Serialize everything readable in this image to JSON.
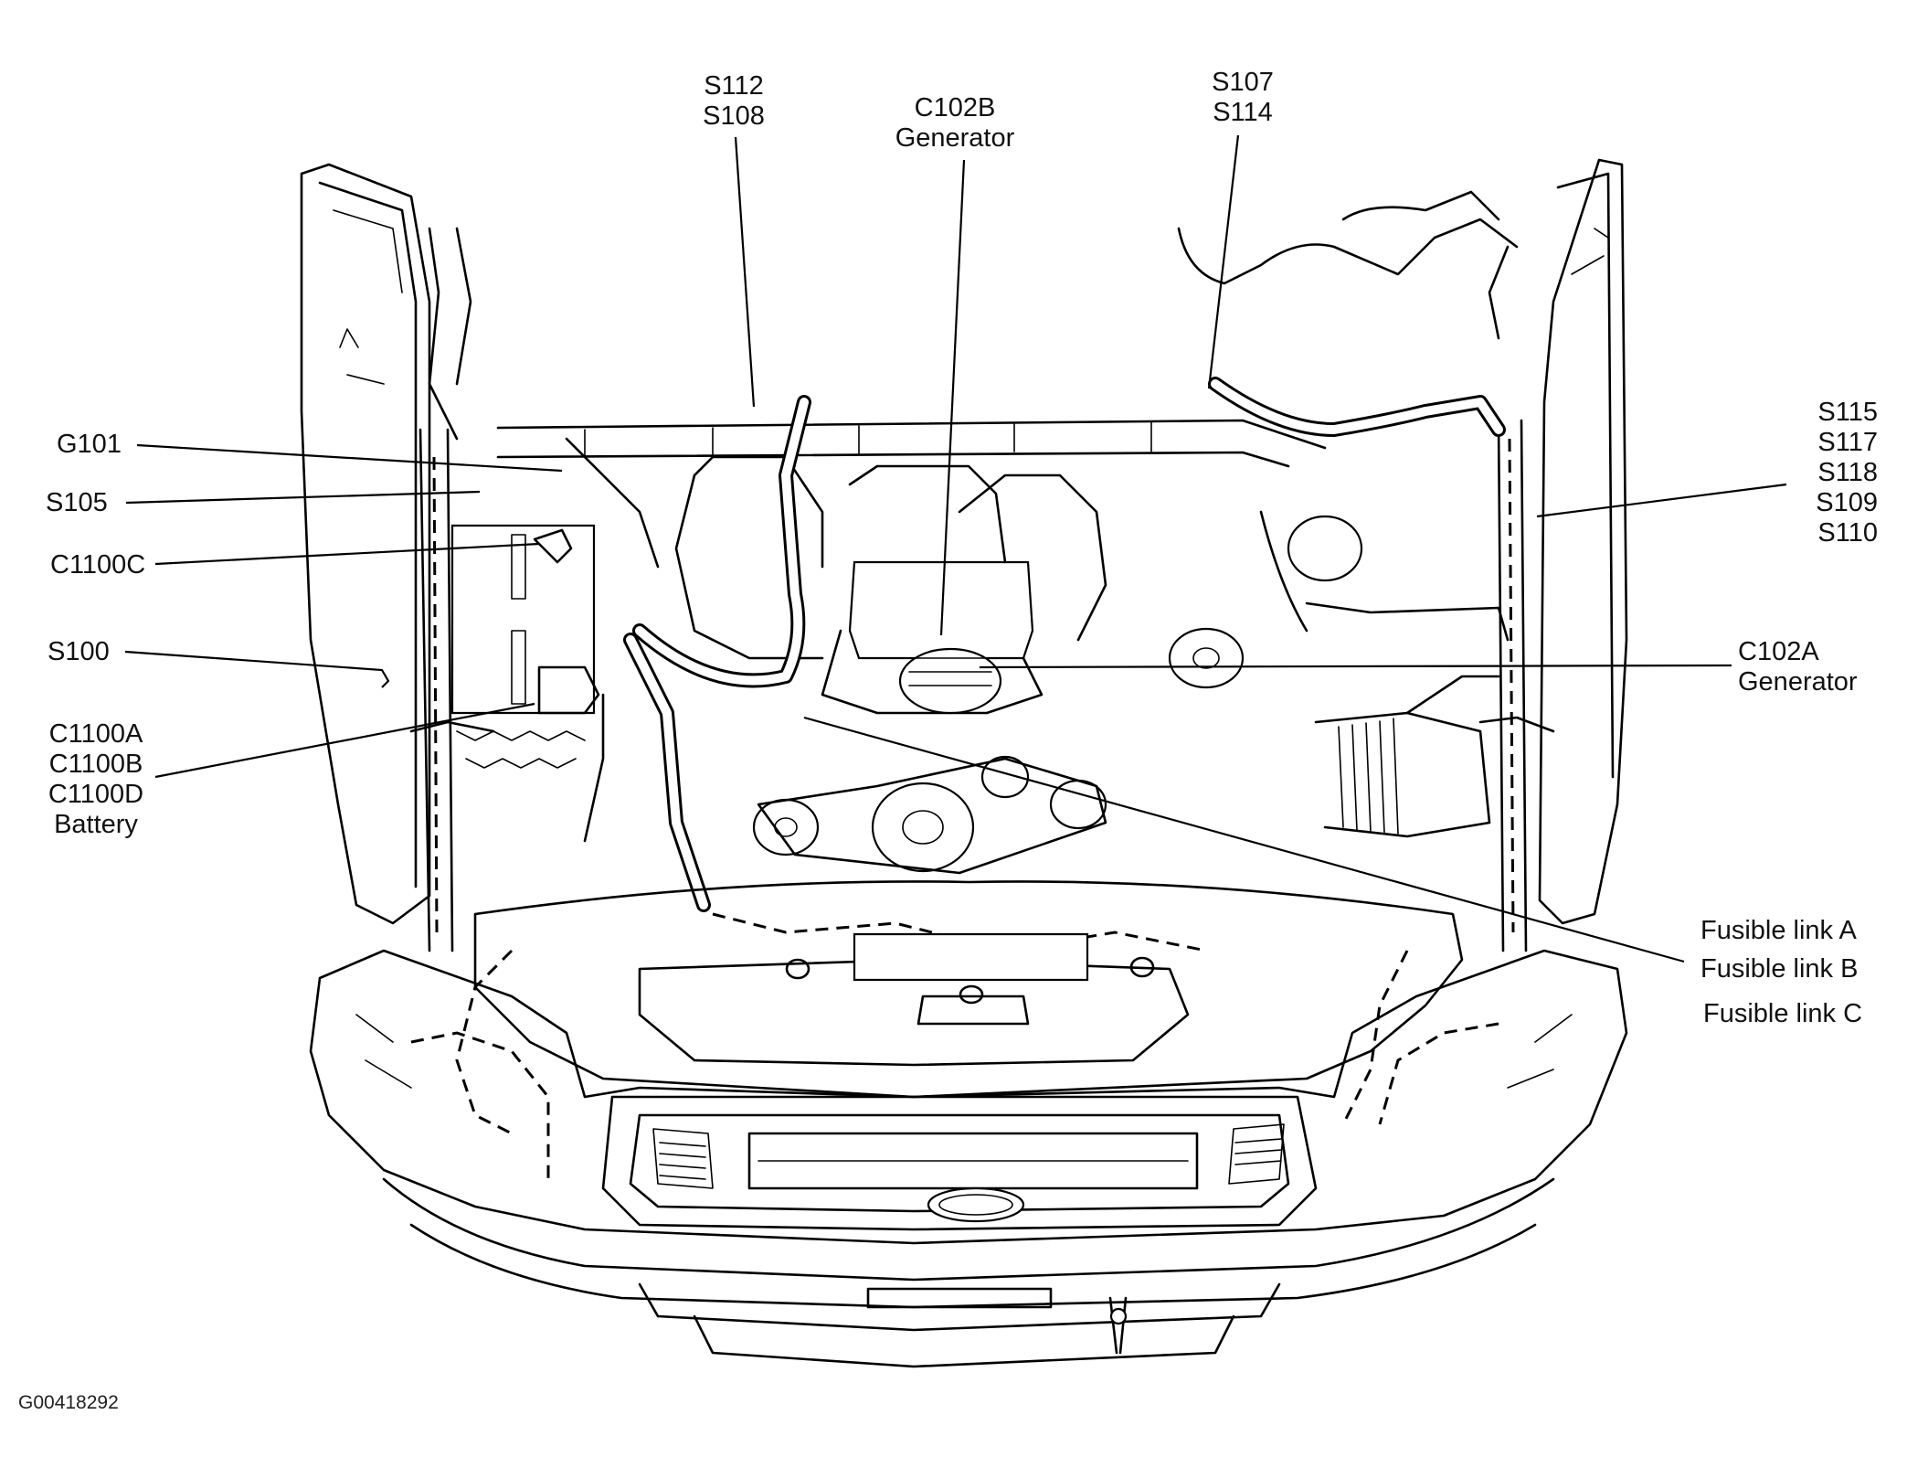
{
  "figure_id": "G00418292",
  "callouts": {
    "s112_s108": [
      "S112",
      "S108"
    ],
    "c102b": [
      "C102B",
      "Generator"
    ],
    "s107_s114": [
      "S107",
      "S114"
    ],
    "g101": [
      "G101"
    ],
    "s105": [
      "S105"
    ],
    "c1100c": [
      "C1100C"
    ],
    "s100": [
      "S100"
    ],
    "c1100abd": [
      "C1100A",
      "C1100B",
      "C1100D",
      "Battery"
    ],
    "s115_group": [
      "S115",
      "S117",
      "S118",
      "S109",
      "S110"
    ],
    "c102a": [
      "C102A",
      "Generator"
    ],
    "fusible_a": [
      "Fusible link A"
    ],
    "fusible_b": [
      "Fusible link B"
    ],
    "fusible_c": [
      "Fusible link C"
    ]
  }
}
